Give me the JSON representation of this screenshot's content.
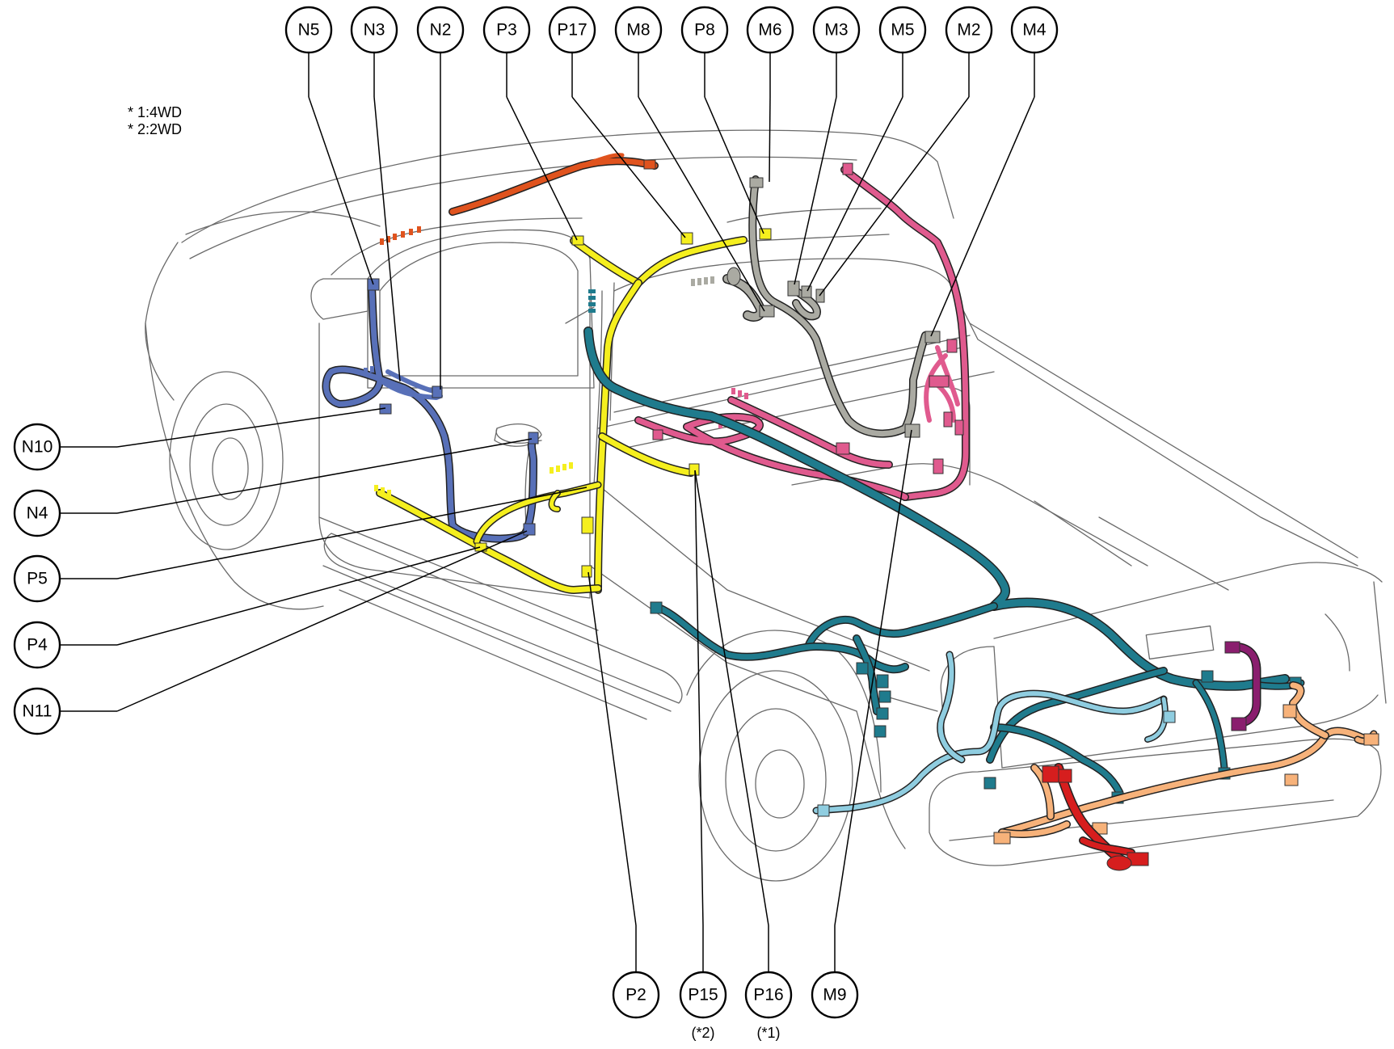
{
  "notes": [
    "* 1:4WD",
    "* 2:2WD"
  ],
  "callouts": {
    "N5": "N5",
    "N3": "N3",
    "N2": "N2",
    "P3": "P3",
    "P17": "P17",
    "M8": "M8",
    "P8": "P8",
    "M6": "M6",
    "M3": "M3",
    "M5": "M5",
    "M2": "M2",
    "M4": "M4",
    "N10": "N10",
    "N4": "N4",
    "P5": "P5",
    "P4": "P4",
    "N11": "N11",
    "P2": "P2",
    "P15": "P15",
    "P16": "P16",
    "M9": "M9"
  },
  "sublabels": {
    "P15": "(*2)",
    "P16": "(*1)"
  },
  "harness_colors": {
    "roof": "#e0531e",
    "left_door": "#5870b8",
    "pillar_floor": "#f5ef1e",
    "rear_body": "#e05a8e",
    "center": "#aaaaa2",
    "frame": "#1f7b8d",
    "light_blue": "#8fcde0",
    "orange": "#f7b27a",
    "red": "#d61e1e",
    "purple": "#8a1e6e"
  }
}
